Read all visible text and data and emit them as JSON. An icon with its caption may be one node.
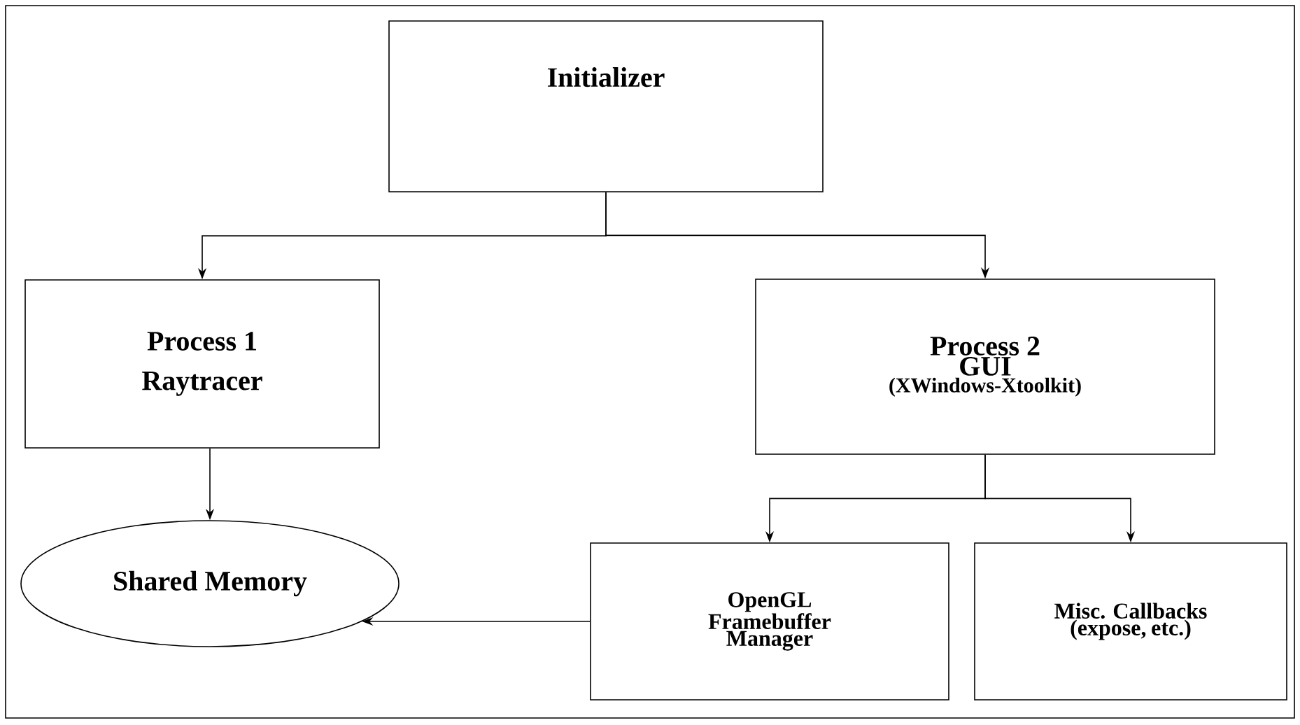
{
  "diagram": {
    "nodes": [
      {
        "text": [
          "Initializer"
        ]
      },
      {
        "text": [
          "Process 1",
          "Raytracer"
        ]
      },
      {
        "text": [
          "Process 2",
          "GUI",
          "(XWindows-Xtoolkit)"
        ]
      },
      {
        "text": [
          "Shared Memory"
        ]
      },
      {
        "text": [
          "OpenGL Framebuffer Manager"
        ]
      },
      {
        "text": [
          "Misc. Callbacks (expose, etc.)"
        ]
      }
    ],
    "edges": [
      {
        "from": 0,
        "to": 1,
        "arrow": "to"
      },
      {
        "from": 0,
        "to": 2,
        "arrow": "to"
      },
      {
        "from": 1,
        "to": 3,
        "arrow": "to"
      },
      {
        "from": 2,
        "to": 4,
        "arrow": "to"
      },
      {
        "from": 2,
        "to": 5,
        "arrow": "to"
      },
      {
        "from": 4,
        "to": 3,
        "arrow": "to"
      }
    ]
  }
}
